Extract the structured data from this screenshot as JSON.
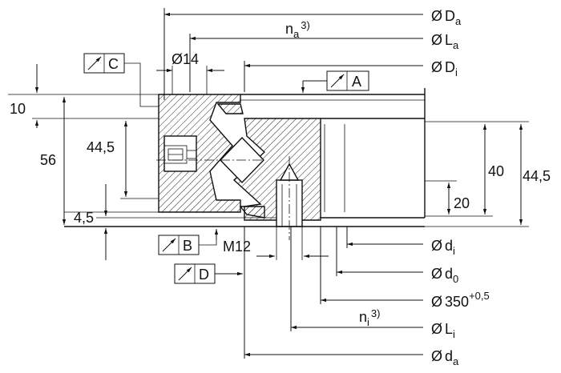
{
  "diagram": {
    "right_labels": {
      "Da": {
        "sym": "Ø",
        "main": "D",
        "sub": "a"
      },
      "La": {
        "sym": "Ø",
        "main": "L",
        "sub": "a"
      },
      "Di": {
        "sym": "Ø",
        "main": "D",
        "sub": "i"
      },
      "di": {
        "sym": "Ø",
        "main": "d",
        "sub": "i"
      },
      "d0": {
        "sym": "Ø",
        "main": "d",
        "sub": "0"
      },
      "d350": {
        "sym": "Ø",
        "main": "350",
        "sup": "+0,5"
      },
      "Li": {
        "sym": "Ø",
        "main": "L",
        "sub": "i"
      },
      "da": {
        "sym": "Ø",
        "main": "d",
        "sub": "a"
      }
    },
    "na": {
      "main": "n",
      "sub": "a",
      "sup": "3)"
    },
    "ni": {
      "main": "n",
      "sub": "i",
      "sup": "3)"
    },
    "d14": "Ø14",
    "m12": "M12",
    "dims_left": {
      "ten": "10",
      "fiftysix": "56",
      "fortyfour": "44,5",
      "fourpointfive": "4,5"
    },
    "dims_right": {
      "forty": "40",
      "fortyfour": "44,5",
      "twenty": "20"
    },
    "tolerance_frames": {
      "C": "C",
      "A": "A",
      "B": "B",
      "D": "D"
    }
  }
}
